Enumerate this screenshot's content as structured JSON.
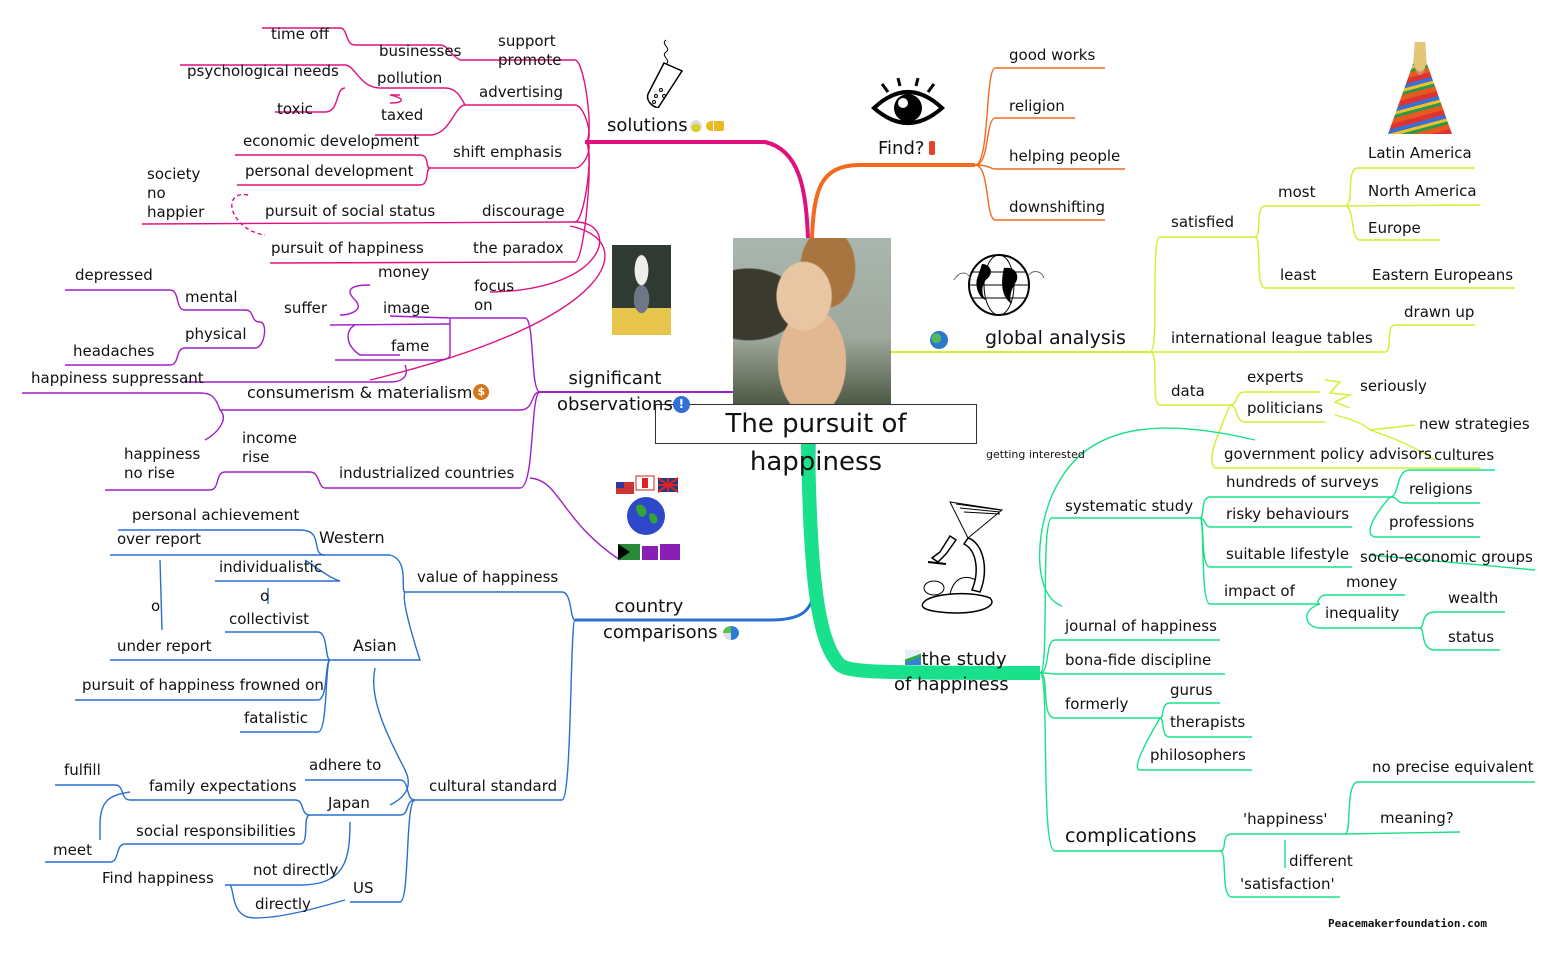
{
  "central": {
    "title": "The pursuit of happiness",
    "image": "cherub-painting"
  },
  "colors": {
    "solutions": "#e0117f",
    "find": "#f26b1d",
    "global": "#d4ee30",
    "observations": "#a01fc9",
    "country": "#2a6fd0",
    "study": "#19e08a"
  },
  "solutions": {
    "label": "solutions",
    "icons": [
      "test-tube-icon",
      "flask-icon",
      "key-icon"
    ],
    "support_promote": "support\npromote",
    "businesses": "businesses",
    "time_off": "time off",
    "advertising": "advertising",
    "pollution": "pollution",
    "psychological_needs": "psychological needs",
    "toxic": "toxic",
    "taxed": "taxed",
    "shift_emphasis": "shift emphasis",
    "economic_development": "economic development",
    "personal_development": "personal development",
    "discourage": "discourage",
    "pursuit_social_status": "pursuit of social status",
    "society_no_happier": "society\nno\nhappier",
    "the_paradox": "the paradox",
    "pursuit_of_happiness": "pursuit of happiness"
  },
  "observations": {
    "label": "significant\nobservations",
    "icons": [
      "einstein-icon",
      "info-icon"
    ],
    "focus_on": "focus\non",
    "money": "money",
    "image": "image",
    "fame": "fame",
    "suffer": "suffer",
    "mental": "mental",
    "depressed": "depressed",
    "physical": "physical",
    "headaches": "headaches",
    "consumerism": "consumerism & materialism",
    "happiness_suppressant": "happiness suppressant",
    "industrialized": "industrialized countries",
    "income_rise": "income\nrise",
    "happiness_no_rise": "happiness\nno rise"
  },
  "country": {
    "label": "country\ncomparisons",
    "icons": [
      "world-flags-icon",
      "pie-icon"
    ],
    "value_of_happiness": "value of happiness",
    "western": "Western",
    "personal_achievement": "personal achievement",
    "over_report": "over report",
    "individualistic": "individualistic",
    "o1": "o",
    "o2": "o",
    "collectivist": "collectivist",
    "asian": "Asian",
    "under_report": "under report",
    "frowned_on": "pursuit of happiness frowned on",
    "fatalistic": "fatalistic",
    "cultural_standard": "cultural standard",
    "adhere_to": "adhere to",
    "japan": "Japan",
    "family_expectations": "family expectations",
    "fulfill": "fulfill",
    "social_responsibilities": "social responsibilities",
    "meet": "meet",
    "us": "US",
    "not_directly": "not directly",
    "directly": "directly",
    "find_happiness": "Find happiness"
  },
  "find": {
    "label": "Find?",
    "icons": [
      "eye-icon",
      "candle-icon"
    ],
    "items": [
      "good works",
      "religion",
      "helping people",
      "downshifting"
    ]
  },
  "global": {
    "label": "global analysis",
    "icons": [
      "globe-grid-icon",
      "globe-icon",
      "poncho-man-icon"
    ],
    "satisfied": "satisfied",
    "most": "most",
    "most_items": [
      "Latin America",
      "North America",
      "Europe"
    ],
    "least": "least",
    "eastern_europeans": "Eastern Europeans",
    "league_tables": "international league tables",
    "drawn_up": "drawn up",
    "data": "data",
    "experts": "experts",
    "politicians": "politicians",
    "seriously": "seriously",
    "new_strategies": "new strategies",
    "cultures": "cultures",
    "gov_advisors": "government policy advisors",
    "getting_interested": "getting interested"
  },
  "study": {
    "label": "the study\nof happiness",
    "icons": [
      "scientist-microscope-icon",
      "chart-icon"
    ],
    "systematic_study": "systematic study",
    "hundreds_of_surveys": "hundreds of surveys",
    "risky_behaviours": "risky behaviours",
    "suitable_lifestyle": "suitable lifestyle",
    "religions": "religions",
    "professions": "professions",
    "socio_economic": "socio-economic groups",
    "impact_of": "impact of",
    "money": "money",
    "inequality": "inequality",
    "wealth": "wealth",
    "status": "status",
    "journal": "journal of happiness",
    "bona_fide": "bona-fide discipline",
    "formerly": "formerly",
    "gurus": "gurus",
    "therapists": "therapists",
    "philosophers": "philosophers",
    "complications": "complications",
    "happiness_q": "'happiness'",
    "no_precise": "no precise equivalent",
    "meaning": "meaning?",
    "different": "different",
    "satisfaction_q": "'satisfaction'"
  },
  "footer": {
    "credit": "Peacemakerfoundation.com"
  }
}
